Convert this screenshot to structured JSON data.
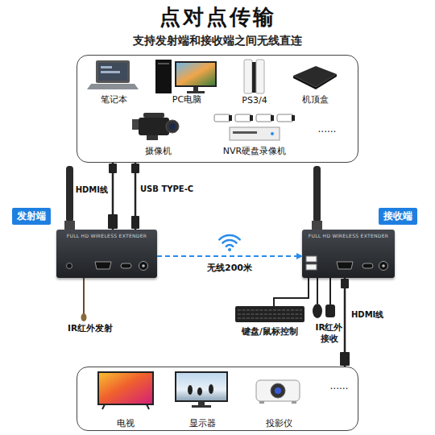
{
  "diagram": {
    "title": "点对点传输",
    "nodes": [
      {
        "text": [
          "......"
        ]
      },
      {
        "text": [
          "笔记本"
        ],
        "in": 0
      },
      {
        "text": [
          "PC电脑"
        ],
        "in": 0
      },
      {
        "text": [
          "PS3/4"
        ],
        "in": 0
      },
      {
        "text": [
          "机顶盒"
        ],
        "in": 0
      },
      {
        "text": [
          "摄像机"
        ],
        "in": 0
      },
      {
        "text": [
          "NVR硬盘录像机"
        ],
        "in": 0
      },
      {
        "text": [
          "发射端",
          "FULL HD WIRELESS EXTENDER"
        ]
      },
      {
        "text": [
          "接收端",
          "FULL HD WIRELESS EXTENDER"
        ]
      },
      {
        "text": [
          "......"
        ]
      },
      {
        "text": [
          "电视"
        ],
        "in": 9
      },
      {
        "text": [
          "显示器"
        ],
        "in": 9
      },
      {
        "text": [
          "投影仪"
        ],
        "in": 9
      }
    ],
    "edges": [
      {
        "from": 0,
        "to": 7,
        "label": "HDMI线",
        "arrow": "none"
      },
      {
        "from": 0,
        "to": 7,
        "label": "USB TYPE-C",
        "arrow": "none"
      },
      {
        "from": 7,
        "to": 8,
        "label": "无线200米",
        "arrow": "to"
      },
      {
        "from": 8,
        "to": 9,
        "label": "HDMI线",
        "arrow": "none"
      }
    ],
    "labels": [
      "支持发射端和接收端之间无线直连",
      "IR红外发射",
      "键盘/鼠标控制",
      "IR红外接收"
    ]
  }
}
